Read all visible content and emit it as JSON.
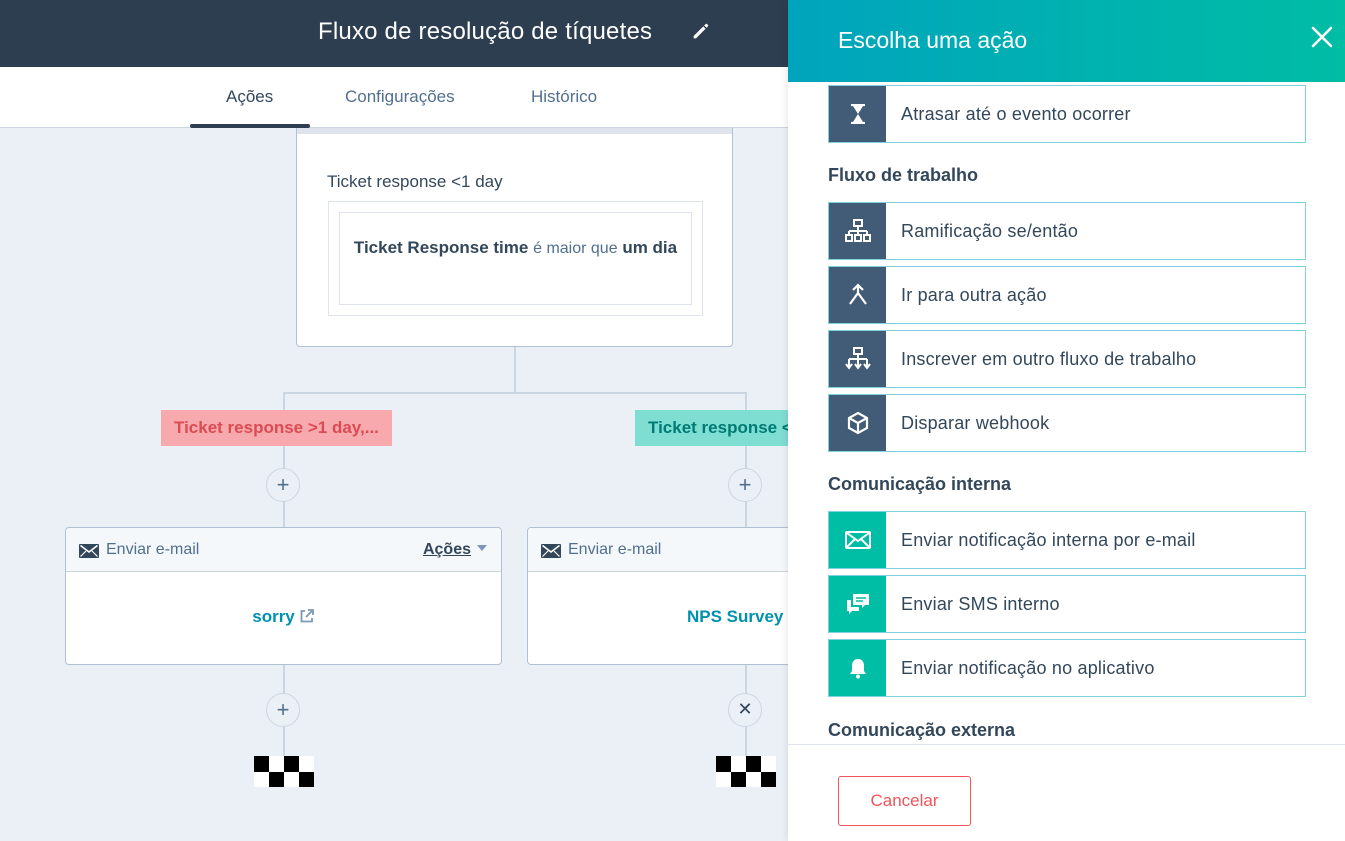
{
  "header": {
    "title": "Fluxo de resolução de tíquetes"
  },
  "tabs": [
    {
      "label": "Ações"
    },
    {
      "label": "Configurações"
    },
    {
      "label": "Histórico"
    }
  ],
  "workflow": {
    "branch_card": {
      "name": "Ticket response <1 day",
      "condition": {
        "property": "Ticket Response time",
        "operator": "é maior que",
        "value": "um dia"
      }
    },
    "branch_labels": [
      "Ticket response >1 day,...",
      "Ticket response <"
    ],
    "actions": [
      {
        "type": "Enviar e-mail",
        "menu": "Ações",
        "link": "sorry"
      },
      {
        "type": "Enviar e-mail",
        "link": "NPS Survey"
      }
    ],
    "plus_symbol": "+",
    "close_symbol": "✕"
  },
  "panel": {
    "title": "Escolha uma ação",
    "top_item": {
      "label": "Atrasar até o evento ocorrer",
      "icon": "hourglass-icon"
    },
    "sections": [
      {
        "title": "Fluxo de trabalho",
        "items": [
          {
            "label": "Ramificação se/então",
            "icon": "branch-icon"
          },
          {
            "label": "Ir para outra ação",
            "icon": "merge-arrow-icon"
          },
          {
            "label": "Inscrever em outro fluxo de trabalho",
            "icon": "enroll-workflow-icon"
          },
          {
            "label": "Disparar webhook",
            "icon": "cube-icon"
          }
        ]
      },
      {
        "title": "Comunicação interna",
        "items": [
          {
            "label": "Enviar notificação interna por e-mail",
            "icon": "envelope-icon"
          },
          {
            "label": "Enviar SMS interno",
            "icon": "chat-icon"
          },
          {
            "label": "Enviar notificação no aplicativo",
            "icon": "bell-icon"
          }
        ]
      },
      {
        "title": "Comunicação externa",
        "items": []
      }
    ],
    "cancel_label": "Cancelar"
  },
  "colors": {
    "header_bg": "#2d3e50",
    "panel_gradient_start": "#00a4bd",
    "panel_gradient_end": "#00bda5",
    "icon_dark": "#425b76",
    "icon_green": "#00bda5",
    "cancel": "#f2545b",
    "label_red_bg": "#f8a9ad",
    "label_teal_bg": "#7fded2"
  }
}
